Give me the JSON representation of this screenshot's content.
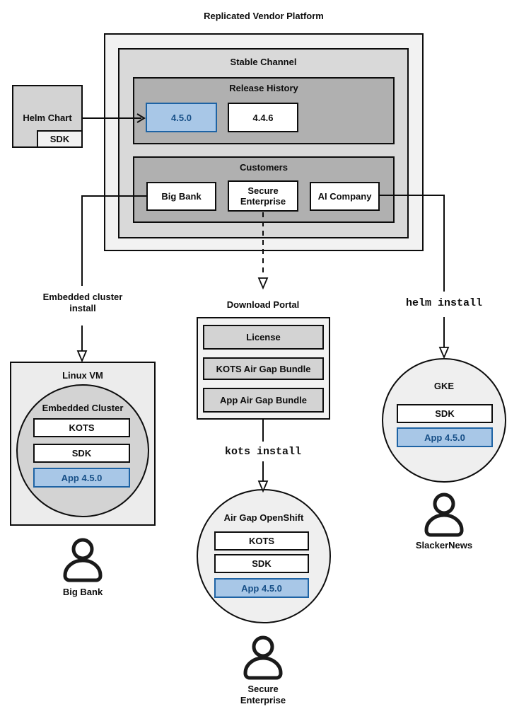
{
  "diagram_title": "Replicated Vendor Platform",
  "platform": {
    "stable_channel": {
      "title": "Stable Channel",
      "release_history": {
        "title": "Release History",
        "releases": [
          "4.5.0",
          "4.4.6"
        ]
      },
      "customers": {
        "title": "Customers",
        "items": [
          "Big Bank",
          "Secure Enterprise",
          "AI Company"
        ]
      }
    }
  },
  "helm_chart": {
    "title": "Helm Chart",
    "sdk": "SDK"
  },
  "left_flow": {
    "arrow_label": "Embedded cluster install",
    "linux_vm": {
      "title": "Linux VM",
      "embedded_cluster": {
        "title": "Embedded Cluster",
        "components": [
          "KOTS",
          "SDK",
          "App 4.5.0"
        ]
      }
    },
    "user": "Big Bank"
  },
  "middle_flow": {
    "download_portal": {
      "title": "Download Portal",
      "items": [
        "License",
        "KOTS Air Gap Bundle",
        "App Air Gap Bundle"
      ]
    },
    "arrow_label": "kots install",
    "cluster": {
      "title": "Air Gap OpenShift",
      "components": [
        "KOTS",
        "SDK",
        "App 4.5.0"
      ]
    },
    "user": "Secure Enterprise"
  },
  "right_flow": {
    "arrow_label": "helm install",
    "cluster": {
      "title": "GKE",
      "components": [
        "SDK",
        "App 4.5.0"
      ]
    },
    "user": "SlackerNews"
  },
  "colors": {
    "highlight_fill": "#a8c7e7",
    "highlight_stroke": "#1e63a4",
    "highlight_text": "#174f87",
    "outer_gray": "#f2f2f2",
    "mid_gray": "#d9d9d9",
    "dark_gray": "#b0b0b0",
    "panel_gray": "#d3d3d3",
    "circle_gray": "#efefef",
    "vm_gray": "#ececec"
  }
}
